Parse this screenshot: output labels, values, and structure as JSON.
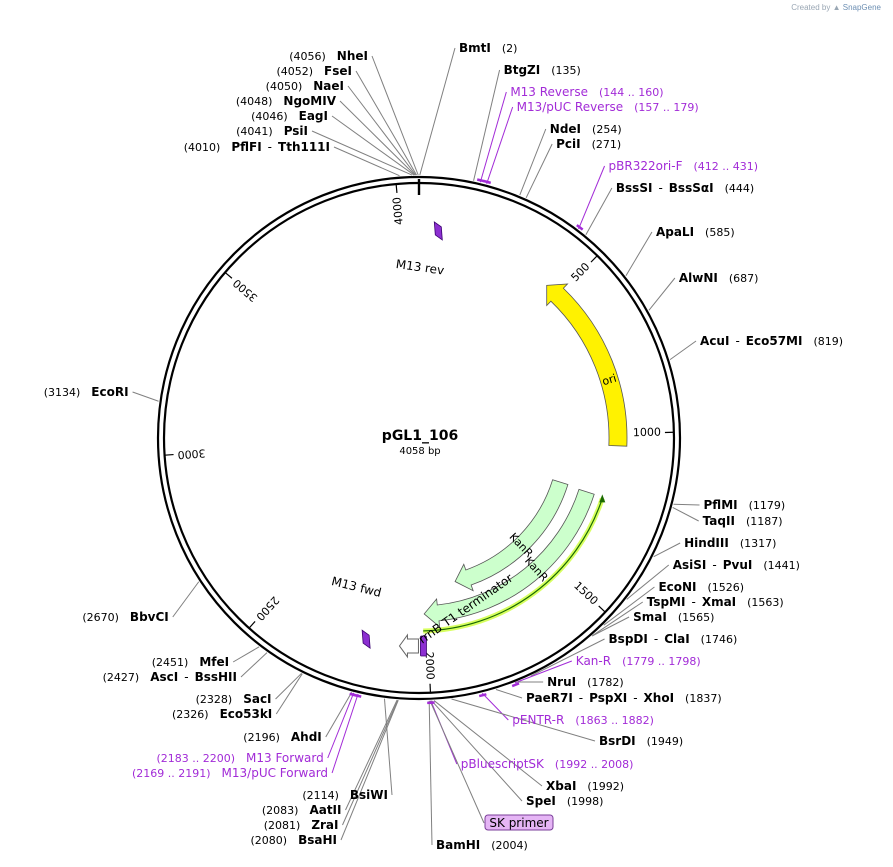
{
  "credit": {
    "prefix": "Created by",
    "brand": "SnapGene"
  },
  "plasmid": {
    "name": "pGL1_106",
    "size_label": "4058 bp",
    "length": 4058
  },
  "colors": {
    "enzyme": "#000000",
    "primer": "#a22bd7",
    "ori": "#fff200",
    "kanr": "#ccffcc",
    "feature_stroke": "#555555",
    "orf_highlight": "#1a6b00",
    "leader": "#808080",
    "primer_tag_fill": "#e5b5f5"
  },
  "ticks": [
    {
      "pos": 500,
      "label": "500"
    },
    {
      "pos": 1000,
      "label": "1000"
    },
    {
      "pos": 1500,
      "label": "1500"
    },
    {
      "pos": 2000,
      "label": "2000"
    },
    {
      "pos": 2500,
      "label": "2500"
    },
    {
      "pos": 3000,
      "label": "3000"
    },
    {
      "pos": 3500,
      "label": "3500"
    },
    {
      "pos": 4000,
      "label": "4000"
    }
  ],
  "right_labels": [
    {
      "kind": "enzyme",
      "pos": 2,
      "names": [
        "BmtI"
      ],
      "coord": "(2)"
    },
    {
      "kind": "enzyme",
      "pos": 135,
      "names": [
        "BtgZI"
      ],
      "coord": "(135)"
    },
    {
      "kind": "primer",
      "pos": 152,
      "name": "M13 Reverse",
      "coord": "(144 .. 160)"
    },
    {
      "kind": "primer",
      "pos": 168,
      "name": "M13/pUC Reverse",
      "coord": "(157 .. 179)"
    },
    {
      "kind": "enzyme",
      "pos": 254,
      "names": [
        "NdeI"
      ],
      "coord": "(254)"
    },
    {
      "kind": "enzyme",
      "pos": 271,
      "names": [
        "PciI"
      ],
      "coord": "(271)"
    },
    {
      "kind": "primer",
      "pos": 421,
      "name": "pBR322ori-F",
      "coord": "(412 .. 431)"
    },
    {
      "kind": "enzyme",
      "pos": 444,
      "names": [
        "BssSI",
        "BssSαI"
      ],
      "coord": "(444)"
    },
    {
      "kind": "enzyme",
      "pos": 585,
      "names": [
        "ApaLI"
      ],
      "coord": "(585)"
    },
    {
      "kind": "enzyme",
      "pos": 687,
      "names": [
        "AlwNI"
      ],
      "coord": "(687)"
    },
    {
      "kind": "enzyme",
      "pos": 819,
      "names": [
        "AcuI",
        "Eco57MI"
      ],
      "coord": "(819)"
    },
    {
      "kind": "enzyme",
      "pos": 1179,
      "names": [
        "PflMI"
      ],
      "coord": "(1179)"
    },
    {
      "kind": "enzyme",
      "pos": 1187,
      "names": [
        "TaqII"
      ],
      "coord": "(1187)"
    },
    {
      "kind": "enzyme",
      "pos": 1317,
      "names": [
        "HindIII"
      ],
      "coord": "(1317)"
    },
    {
      "kind": "enzyme",
      "pos": 1441,
      "names": [
        "AsiSI",
        "PvuI"
      ],
      "coord": "(1441)"
    },
    {
      "kind": "enzyme",
      "pos": 1526,
      "names": [
        "EcoNI"
      ],
      "coord": "(1526)"
    },
    {
      "kind": "enzyme",
      "pos": 1563,
      "names": [
        "TspMI",
        "XmaI"
      ],
      "coord": "(1563)"
    },
    {
      "kind": "enzyme",
      "pos": 1565,
      "names": [
        "SmaI"
      ],
      "coord": "(1565)"
    },
    {
      "kind": "enzyme",
      "pos": 1746,
      "names": [
        "BspDI",
        "ClaI"
      ],
      "coord": "(1746)"
    },
    {
      "kind": "primer",
      "pos": 1788,
      "name": "Kan-R",
      "coord": "(1779 .. 1798)"
    },
    {
      "kind": "enzyme",
      "pos": 1782,
      "names": [
        "NruI"
      ],
      "coord": "(1782)"
    },
    {
      "kind": "enzyme",
      "pos": 1837,
      "names": [
        "PaeR7I",
        "PspXI",
        "XhoI"
      ],
      "coord": "(1837)"
    },
    {
      "kind": "primer",
      "pos": 1872,
      "name": "pENTR-R",
      "coord": "(1863 .. 1882)"
    },
    {
      "kind": "enzyme",
      "pos": 1949,
      "names": [
        "BsrDI"
      ],
      "coord": "(1949)"
    },
    {
      "kind": "primer",
      "pos": 2000,
      "name": "pBluescriptSK",
      "coord": "(1992 .. 2008)"
    },
    {
      "kind": "enzyme",
      "pos": 1992,
      "names": [
        "XbaI"
      ],
      "coord": "(1992)"
    },
    {
      "kind": "enzyme",
      "pos": 1998,
      "names": [
        "SpeI"
      ],
      "coord": "(1998)"
    },
    {
      "kind": "tag",
      "pos": 2002,
      "name": "SK primer"
    },
    {
      "kind": "enzyme",
      "pos": 2004,
      "names": [
        "BamHI"
      ],
      "coord": "(2004)"
    }
  ],
  "left_labels": [
    {
      "kind": "enzyme",
      "pos": 4056,
      "names": [
        "NheI"
      ],
      "coord": "(4056)"
    },
    {
      "kind": "enzyme",
      "pos": 4052,
      "names": [
        "FseI"
      ],
      "coord": "(4052)"
    },
    {
      "kind": "enzyme",
      "pos": 4050,
      "names": [
        "NaeI"
      ],
      "coord": "(4050)"
    },
    {
      "kind": "enzyme",
      "pos": 4048,
      "names": [
        "NgoMIV"
      ],
      "coord": "(4048)"
    },
    {
      "kind": "enzyme",
      "pos": 4046,
      "names": [
        "EagI"
      ],
      "coord": "(4046)"
    },
    {
      "kind": "enzyme",
      "pos": 4041,
      "names": [
        "PsiI"
      ],
      "coord": "(4041)"
    },
    {
      "kind": "enzyme",
      "pos": 4010,
      "names": [
        "PflFI",
        "Tth111I"
      ],
      "coord": "(4010)"
    },
    {
      "kind": "enzyme",
      "pos": 3134,
      "names": [
        "EcoRI"
      ],
      "coord": "(3134)"
    },
    {
      "kind": "enzyme",
      "pos": 2670,
      "names": [
        "BbvCI"
      ],
      "coord": "(2670)"
    },
    {
      "kind": "enzyme",
      "pos": 2451,
      "names": [
        "MfeI"
      ],
      "coord": "(2451)"
    },
    {
      "kind": "enzyme",
      "pos": 2427,
      "names": [
        "AscI",
        "BssHII"
      ],
      "coord": "(2427)"
    },
    {
      "kind": "enzyme",
      "pos": 2328,
      "names": [
        "SacI"
      ],
      "coord": "(2328)"
    },
    {
      "kind": "enzyme",
      "pos": 2326,
      "names": [
        "Eco53kI"
      ],
      "coord": "(2326)"
    },
    {
      "kind": "enzyme",
      "pos": 2196,
      "names": [
        "AhdI"
      ],
      "coord": "(2196)"
    },
    {
      "kind": "primer",
      "pos": 2191,
      "name": "M13 Forward",
      "coord": "(2183 .. 2200)"
    },
    {
      "kind": "primer",
      "pos": 2180,
      "name": "M13/pUC Forward",
      "coord": "(2169 .. 2191)"
    },
    {
      "kind": "enzyme",
      "pos": 2114,
      "names": [
        "BsiWI"
      ],
      "coord": "(2114)"
    },
    {
      "kind": "enzyme",
      "pos": 2083,
      "names": [
        "AatII"
      ],
      "coord": "(2083)"
    },
    {
      "kind": "enzyme",
      "pos": 2081,
      "names": [
        "ZraI"
      ],
      "coord": "(2081)"
    },
    {
      "kind": "enzyme",
      "pos": 2080,
      "names": [
        "BsaHI"
      ],
      "coord": "(2080)"
    }
  ],
  "features": [
    {
      "type": "ori",
      "label": "ori",
      "start": 450,
      "end": 1040,
      "direction": "reverse"
    },
    {
      "type": "kanr",
      "label": "KanR",
      "start": 1210,
      "end": 1870,
      "direction": "forward",
      "track": 1
    },
    {
      "type": "kanr",
      "label": "KanR",
      "start": 1215,
      "end": 2010,
      "direction": "forward",
      "track": 2
    },
    {
      "type": "orf",
      "start": 1220,
      "end": 2015
    },
    {
      "type": "promoter",
      "label": "M13 rev",
      "pos": 60
    },
    {
      "type": "promoter",
      "label": "M13 fwd",
      "pos": 2195
    },
    {
      "type": "terminator",
      "label": "rrnB T1 terminator",
      "pos": 2040
    }
  ]
}
